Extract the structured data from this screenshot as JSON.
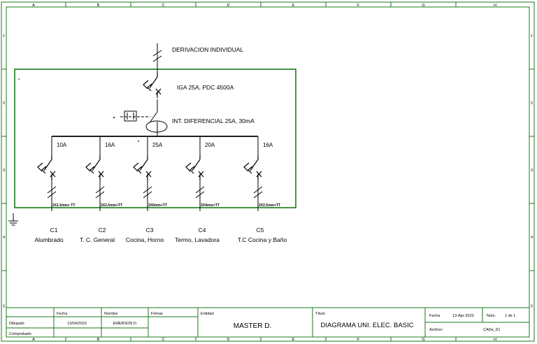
{
  "frame": {
    "col_labels": [
      "A",
      "B",
      "C",
      "D",
      "E",
      "F",
      "G",
      "H"
    ],
    "row_labels": [
      "1",
      "2",
      "3",
      "4",
      "5"
    ],
    "border_color": "#1a7a1a"
  },
  "diagram": {
    "supply_label": "DERIVACION INDIVIDUAL",
    "main_breaker_label": "IGA 25A, PDC 4500A",
    "rcd_label": "INT. DIFERENCIAL 25A, 30mA",
    "circuits": [
      {
        "rating": "10A",
        "cable": "2X1.5mm+ TT",
        "id": "C1",
        "name": "Alumbrado"
      },
      {
        "rating": "16A",
        "cable": "2X2.5mm+TT",
        "id": "C2",
        "name": "T. C. General"
      },
      {
        "rating": "25A",
        "cable": "2X6mm+TT",
        "id": "C3",
        "name": "Cocina, Horno"
      },
      {
        "rating": "20A",
        "cable": "2X4mm+TT",
        "id": "C4",
        "name": "Termo, Lavadora"
      },
      {
        "rating": "16A",
        "cable": "2X2.5mm+TT",
        "id": "C5",
        "name": "T.C Cocina y Baño"
      }
    ]
  },
  "title_block": {
    "fecha_hdr": "Fecha",
    "nombre_hdr": "Nombre",
    "firmas_hdr": "Firmas",
    "entidad_hdr": "Entidad",
    "titulo_hdr": "Título",
    "dibujado_label": "Dibujado",
    "comprobado_label": "Comprobado",
    "dibujado_fecha": "13/04/2023",
    "dibujado_nombre": "EMERSON D.",
    "entidad_value": "MASTER D.",
    "titulo_value": "DIAGRAMA UNI. ELEC. BASIC",
    "fecha_label": "Fecha",
    "fecha_value": "13-Apr-2023",
    "num_label": "Núm.",
    "num_value": "1 de 1",
    "archivo_label": "Archivo:",
    "archivo_value": "CADe_S1"
  }
}
